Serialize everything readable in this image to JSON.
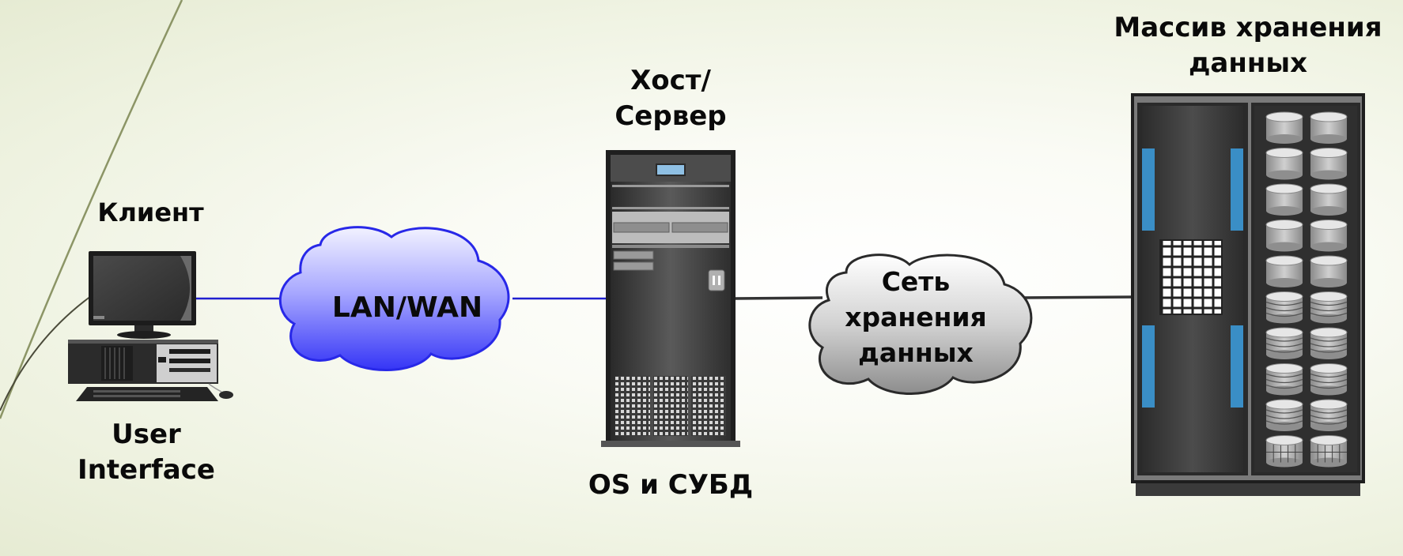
{
  "client": {
    "title": "Клиент",
    "subtitle_line1": "User",
    "subtitle_line2": "Interface"
  },
  "lan": {
    "label": "LAN/WAN",
    "color": "#3f3fff"
  },
  "server": {
    "title_line1": "Хост/",
    "title_line2": "Сервер",
    "subtitle": "OS и СУБД"
  },
  "san": {
    "line1": "Сеть",
    "line2": "хранения",
    "line3": "данных"
  },
  "storage": {
    "title_line1": "Массив хранения",
    "title_line2": "данных",
    "accent": "#3a8ec6"
  },
  "colors": {
    "link_blue": "#2020d0",
    "link_dark": "#333333",
    "decor_line": "#6f7a4a"
  }
}
